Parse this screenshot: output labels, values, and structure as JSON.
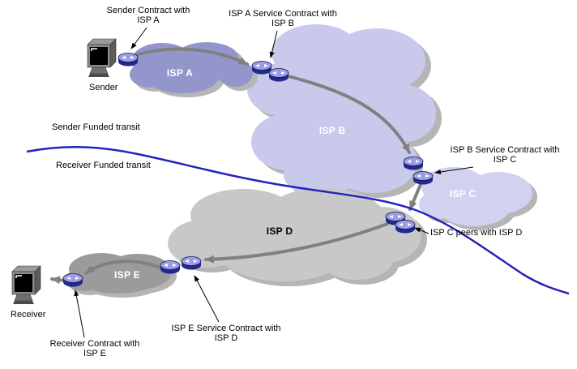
{
  "nodes": {
    "sender": {
      "label": "Sender"
    },
    "receiver": {
      "label": "Receiver"
    }
  },
  "clouds": {
    "shadow_color": "#b5b5b5",
    "isp_a": {
      "label": "ISP A",
      "color": "#9496cb"
    },
    "isp_b": {
      "label": "ISP B",
      "color": "#c9c9ec"
    },
    "isp_c": {
      "label": "ISP C",
      "color": "#d1d1f0"
    },
    "isp_d": {
      "label": "ISP D",
      "color": "#c8c8c8"
    },
    "isp_e": {
      "label": "ISP E",
      "color": "#9b9b9b"
    }
  },
  "annotations": {
    "sender_contract": {
      "line1": "Sender Contract with",
      "line2": "ISP A"
    },
    "ispa_service": {
      "line1": "ISP A Service Contract with",
      "line2": "ISP B"
    },
    "ispb_service": {
      "line1": "ISP B Service Contract with",
      "line2": "ISP C"
    },
    "ispc_peers": {
      "line1": "ISP C peers with ISP D"
    },
    "ispe_service": {
      "line1": "ISP E Service Contract with",
      "line2": "ISP D"
    },
    "receiver_contract": {
      "line1": "Receiver Contract with",
      "line2": "ISP E"
    },
    "sender_funded": "Sender Funded transit",
    "receiver_funded": "Receiver Funded transit"
  },
  "colors": {
    "transit_divider": "#2424bb",
    "traffic_arrow": "#808080",
    "annotation_arrow": "#000000"
  }
}
